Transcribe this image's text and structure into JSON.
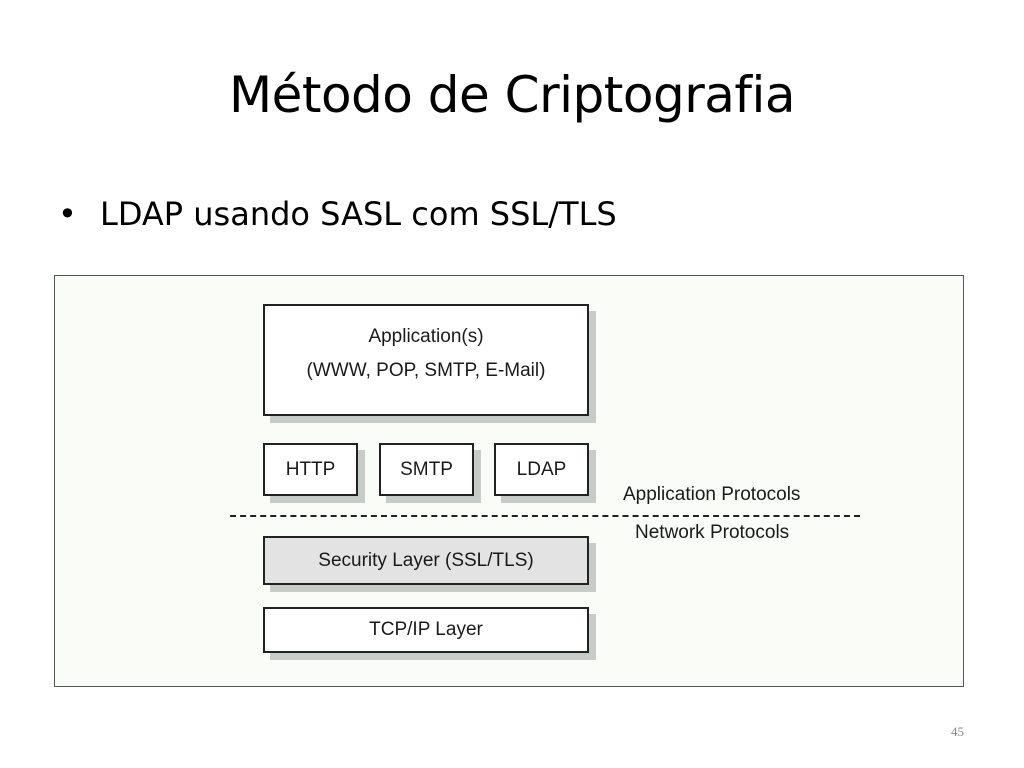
{
  "slide": {
    "title": "Método de Criptografia",
    "bullet_marker": "•",
    "bullet_text": "LDAP usando SASL com SSL/TLS",
    "page_number": "45"
  },
  "diagram": {
    "application_box": {
      "line1": "Application(s)",
      "line2": "(WWW, POP, SMTP, E-Mail)"
    },
    "protocols": [
      "HTTP",
      "SMTP",
      "LDAP"
    ],
    "security_layer": "Security Layer (SSL/TLS)",
    "tcp_layer": "TCP/IP Layer",
    "application_protocols_label": "Application Protocols",
    "network_protocols_label": "Network Protocols"
  }
}
